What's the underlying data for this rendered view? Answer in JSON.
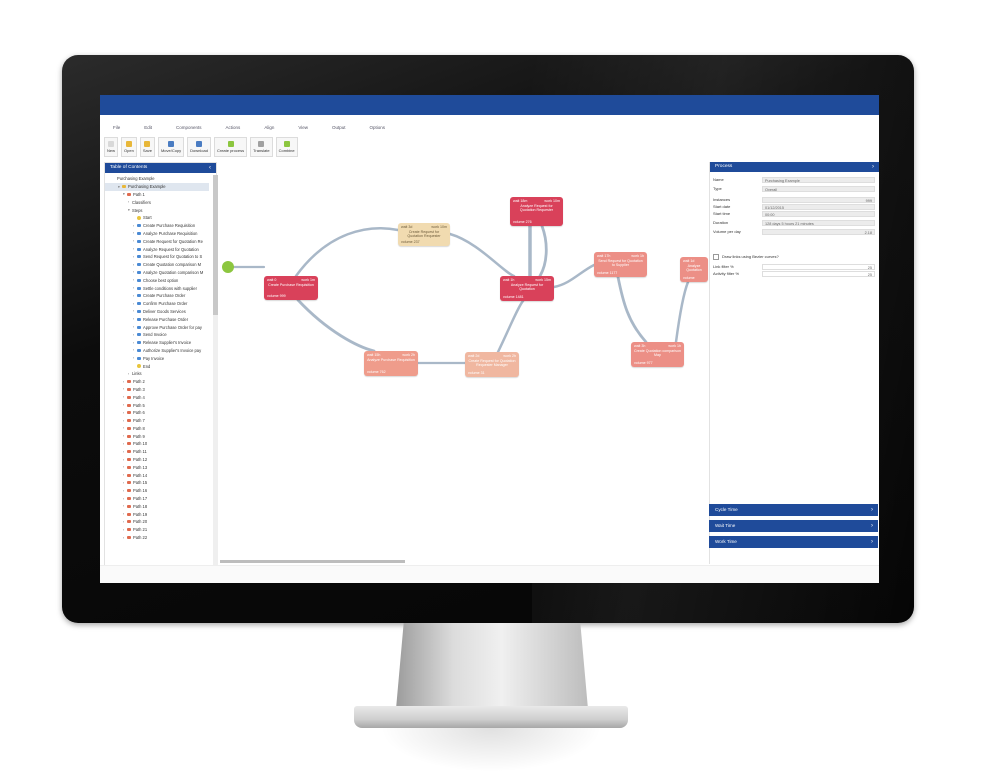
{
  "menu": [
    "File",
    "Edit",
    "Components",
    "Actions",
    "Align",
    "View",
    "Output",
    "Options"
  ],
  "toolbar": [
    {
      "label": "New",
      "icon": "new-file-icon",
      "color": "#d9d9d9"
    },
    {
      "label": "Open",
      "icon": "folder-open-icon",
      "color": "#e8b739"
    },
    {
      "label": "Save",
      "icon": "save-icon",
      "color": "#e8b739"
    },
    {
      "label": "Move/Copy",
      "icon": "move-copy-icon",
      "color": "#4a7cc2"
    },
    {
      "label": "Download",
      "icon": "download-icon",
      "color": "#4a7cc2"
    },
    {
      "label": "Create process",
      "icon": "create-process-icon",
      "color": "#8cc63f"
    },
    {
      "label": "Translate",
      "icon": "translate-icon",
      "color": "#a0a0a0"
    },
    {
      "label": "Combine",
      "icon": "combine-icon",
      "color": "#8cc63f"
    }
  ],
  "toc": {
    "title": "Table of Contents",
    "items": [
      {
        "label": "Purchasing Example",
        "indent": 0,
        "arrow": "",
        "icon": ""
      },
      {
        "label": "Purchasing Example",
        "indent": 1,
        "arrow": "▾",
        "icon": "folder",
        "sel": true
      },
      {
        "label": "Path 1",
        "indent": 2,
        "arrow": "▾",
        "icon": "path"
      },
      {
        "label": "Classifiers",
        "indent": 3,
        "arrow": "›",
        "icon": ""
      },
      {
        "label": "Steps",
        "indent": 3,
        "arrow": "▾",
        "icon": ""
      },
      {
        "label": "Start",
        "indent": 4,
        "arrow": "",
        "icon": "start"
      },
      {
        "label": "Create Purchase Requisition",
        "indent": 4,
        "arrow": "›",
        "icon": "step"
      },
      {
        "label": "Analyze Purchase Requisition",
        "indent": 4,
        "arrow": "›",
        "icon": "step"
      },
      {
        "label": "Create Request for Quotation Re",
        "indent": 4,
        "arrow": "›",
        "icon": "step"
      },
      {
        "label": "Analyze Request for Quotation",
        "indent": 4,
        "arrow": "›",
        "icon": "step"
      },
      {
        "label": "Send Request for Quotation to S",
        "indent": 4,
        "arrow": "›",
        "icon": "step"
      },
      {
        "label": "Create Quotation comparison M",
        "indent": 4,
        "arrow": "›",
        "icon": "step"
      },
      {
        "label": "Analyze Quotation comparison M",
        "indent": 4,
        "arrow": "›",
        "icon": "step"
      },
      {
        "label": "Choose best option",
        "indent": 4,
        "arrow": "›",
        "icon": "step"
      },
      {
        "label": "Settle conditions with supplier",
        "indent": 4,
        "arrow": "›",
        "icon": "step"
      },
      {
        "label": "Create Purchase Order",
        "indent": 4,
        "arrow": "›",
        "icon": "step"
      },
      {
        "label": "Confirm Purchase Order",
        "indent": 4,
        "arrow": "›",
        "icon": "step"
      },
      {
        "label": "Deliver Goods Services",
        "indent": 4,
        "arrow": "›",
        "icon": "step"
      },
      {
        "label": "Release Purchase Order",
        "indent": 4,
        "arrow": "›",
        "icon": "step"
      },
      {
        "label": "Approve Purchase Order for pay",
        "indent": 4,
        "arrow": "›",
        "icon": "step"
      },
      {
        "label": "Send Invoice",
        "indent": 4,
        "arrow": "›",
        "icon": "step"
      },
      {
        "label": "Release Supplier's Invoice",
        "indent": 4,
        "arrow": "›",
        "icon": "step"
      },
      {
        "label": "Authorize Supplier's Invoice pay",
        "indent": 4,
        "arrow": "›",
        "icon": "step"
      },
      {
        "label": "Pay Invoice",
        "indent": 4,
        "arrow": "›",
        "icon": "step"
      },
      {
        "label": "End",
        "indent": 4,
        "arrow": "",
        "icon": "start"
      },
      {
        "label": "Links",
        "indent": 3,
        "arrow": "›",
        "icon": ""
      },
      {
        "label": "Path 2",
        "indent": 2,
        "arrow": "›",
        "icon": "path"
      },
      {
        "label": "Path 3",
        "indent": 2,
        "arrow": "›",
        "icon": "path"
      },
      {
        "label": "Path 4",
        "indent": 2,
        "arrow": "›",
        "icon": "path"
      },
      {
        "label": "Path 5",
        "indent": 2,
        "arrow": "›",
        "icon": "path"
      },
      {
        "label": "Path 6",
        "indent": 2,
        "arrow": "›",
        "icon": "path"
      },
      {
        "label": "Path 7",
        "indent": 2,
        "arrow": "›",
        "icon": "path"
      },
      {
        "label": "Path 8",
        "indent": 2,
        "arrow": "›",
        "icon": "path"
      },
      {
        "label": "Path 9",
        "indent": 2,
        "arrow": "›",
        "icon": "path"
      },
      {
        "label": "Path 10",
        "indent": 2,
        "arrow": "›",
        "icon": "path"
      },
      {
        "label": "Path 11",
        "indent": 2,
        "arrow": "›",
        "icon": "path"
      },
      {
        "label": "Path 12",
        "indent": 2,
        "arrow": "›",
        "icon": "path"
      },
      {
        "label": "Path 13",
        "indent": 2,
        "arrow": "›",
        "icon": "path"
      },
      {
        "label": "Path 14",
        "indent": 2,
        "arrow": "›",
        "icon": "path"
      },
      {
        "label": "Path 15",
        "indent": 2,
        "arrow": "›",
        "icon": "path"
      },
      {
        "label": "Path 16",
        "indent": 2,
        "arrow": "›",
        "icon": "path"
      },
      {
        "label": "Path 17",
        "indent": 2,
        "arrow": "›",
        "icon": "path"
      },
      {
        "label": "Path 18",
        "indent": 2,
        "arrow": "›",
        "icon": "path"
      },
      {
        "label": "Path 19",
        "indent": 2,
        "arrow": "›",
        "icon": "path"
      },
      {
        "label": "Path 20",
        "indent": 2,
        "arrow": "›",
        "icon": "path"
      },
      {
        "label": "Path 21",
        "indent": 2,
        "arrow": "›",
        "icon": "path"
      },
      {
        "label": "Path 22",
        "indent": 2,
        "arrow": "›",
        "icon": "path"
      }
    ]
  },
  "diagram": {
    "nodes": [
      {
        "id": "n1",
        "name": "Create Purchase Requisition",
        "tl": "wait 0",
        "tr": "work 1m",
        "bl": "volume 999",
        "color": "#d9415a"
      },
      {
        "id": "n2",
        "name": "Create Request for Quotation Requester",
        "tl": "wait 3d",
        "tr": "work 10m",
        "bl": "volume 237",
        "color": "#f1dbb0",
        "dark": true
      },
      {
        "id": "n3",
        "name": "Analyze Request for Quotation Requester",
        "tl": "wait 18m",
        "tr": "work 10m",
        "bl": "volume 276",
        "color": "#d9415a"
      },
      {
        "id": "n4",
        "name": "Analyze Request for Quotation",
        "tl": "wait 1h",
        "tr": "work 15m",
        "bl": "volume 1481",
        "color": "#d9415a"
      },
      {
        "id": "n5",
        "name": "Analyze Purchase Requisition",
        "tl": "wait 15h",
        "tr": "work 2h",
        "bl": "volume 762",
        "color": "#ef9c8b"
      },
      {
        "id": "n6",
        "name": "Create Request for Quotation Requester Manager",
        "tl": "wait 2d",
        "tr": "work 2h",
        "bl": "volume 31",
        "color": "#f0b7a0"
      },
      {
        "id": "n7",
        "name": "Send Request for Quotation to Supplier",
        "tl": "wait 17h",
        "tr": "work 1h",
        "bl": "volume 1177",
        "color": "#ec8f86"
      },
      {
        "id": "n8",
        "name": "Create Quotation comparison Map",
        "tl": "wait 3h",
        "tr": "work 1h",
        "bl": "volume 977",
        "color": "#ec8f86"
      },
      {
        "id": "n9",
        "name": "Analyze Quotation",
        "tl": "wait 1d",
        "tr": "",
        "bl": "volume",
        "color": "#ec8f86"
      }
    ]
  },
  "process": {
    "title": "Process",
    "fields": [
      {
        "label": "Name",
        "value": "Purchasing Example"
      },
      {
        "label": "Type",
        "value": "Overall"
      },
      {
        "label": "Instances",
        "value": "999",
        "num": true
      },
      {
        "label": "Start date",
        "value": "01/12/2015"
      },
      {
        "label": "Start time",
        "value": "00:00"
      },
      {
        "label": "Duration",
        "value": "128 days 5 hours 21 minutes"
      },
      {
        "label": "Volume per day",
        "value": "2.18",
        "num": true
      }
    ],
    "bezier_label": "Draw links using Bezier curves?",
    "link_filter_label": "Link filter %",
    "link_filter_value": "25",
    "activity_filter_label": "Activity filter %",
    "activity_filter_value": "25"
  },
  "accordions": [
    "Cycle Time",
    "Wait Time",
    "Work Time"
  ]
}
